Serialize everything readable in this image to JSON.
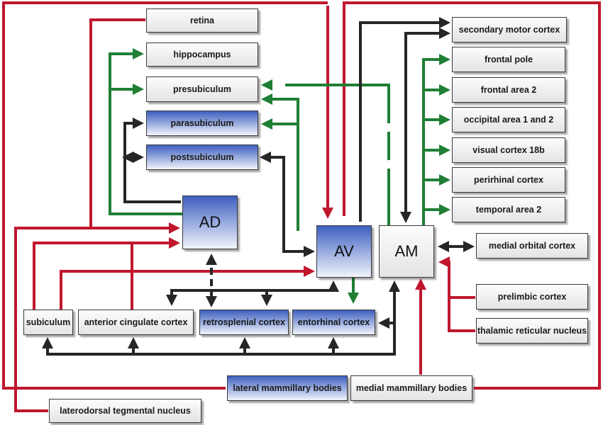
{
  "colors": {
    "red": "#c0172f",
    "green": "#1f7f34",
    "black": "#262626",
    "blue_fill": "#6d86cf",
    "gray_fill": "#e8e8e8"
  },
  "nodes": {
    "retina": "retina",
    "hippocampus": "hippocampus",
    "presubiculum": "presubiculum",
    "parasubiculum": "parasubiculum",
    "postsubiculum": "postsubiculum",
    "ad": "AD",
    "av": "AV",
    "am": "AM",
    "secondary_motor_cortex": "secondary motor cortex",
    "frontal_pole": "frontal pole",
    "frontal_area_2": "frontal area 2",
    "occipital_area": "occipital area 1 and 2",
    "visual_cortex": "visual cortex 18b",
    "perirhinal_cortex": "perirhinal cortex",
    "temporal_area_2": "temporal area 2",
    "medial_orbital_cortex": "medial orbital cortex",
    "prelimbic_cortex": "prelimbic cortex",
    "thalamic_reticular_nucleus": "thalamic reticular nucleus",
    "subiculum": "subiculum",
    "anterior_cingulate_cortex": "anterior cingulate cortex",
    "retrosplenial_cortex": "retrosplenial cortex",
    "entorhinal_cortex": "entorhinal cortex",
    "lateral_mammillary_bodies": "lateral mammillary bodies",
    "medial_mammillary_bodies": "medial mammillary bodies",
    "laterodorsal_tegmental_nucleus": "laterodorsal tegmental nucleus"
  }
}
